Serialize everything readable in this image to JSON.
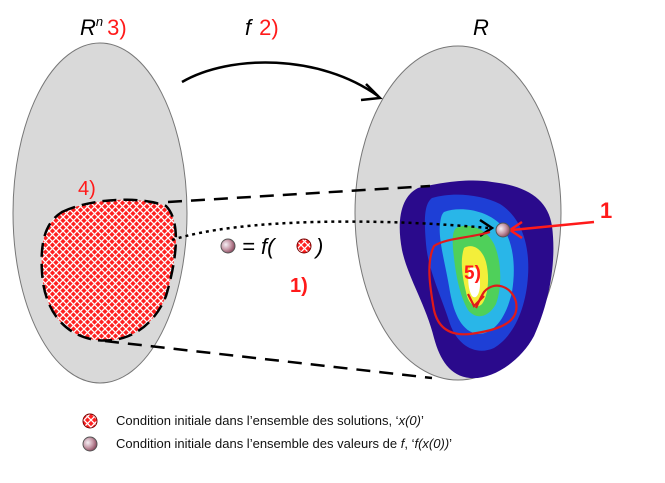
{
  "labels": {
    "domain": "R",
    "domain_sup": "n",
    "domain_num": "3)",
    "map": "f",
    "map_num": "2)",
    "codomain": "R",
    "region_num": "4)",
    "eq_prefix": "= f(",
    "eq_suffix": ")",
    "eq_num": "1)",
    "right_num": "1",
    "center_num": "5)"
  },
  "legend": [
    {
      "symbol": "red-hatched-dot-icon",
      "text_before": "Condition initiale dans l’ensemble des solutions, ‘",
      "text_italic": "x(0)",
      "text_after": "’"
    },
    {
      "symbol": "mauve-dot-icon",
      "text_before": "Condition initiale dans l’ensemble des valeurs de ",
      "text_italic_f": "f",
      "text_mid": ", ‘",
      "text_italic": "f(x(0))",
      "text_after": "’"
    }
  ],
  "colors": {
    "ellipse_fill": "#d9d9d9",
    "accent_red": "#ff1a1a",
    "contour_outer": "#2a0a8c",
    "contour_blue": "#1e3fd6",
    "contour_cyan": "#29b6e8",
    "contour_green": "#4fd05a",
    "contour_yellow": "#f3ef3a"
  }
}
